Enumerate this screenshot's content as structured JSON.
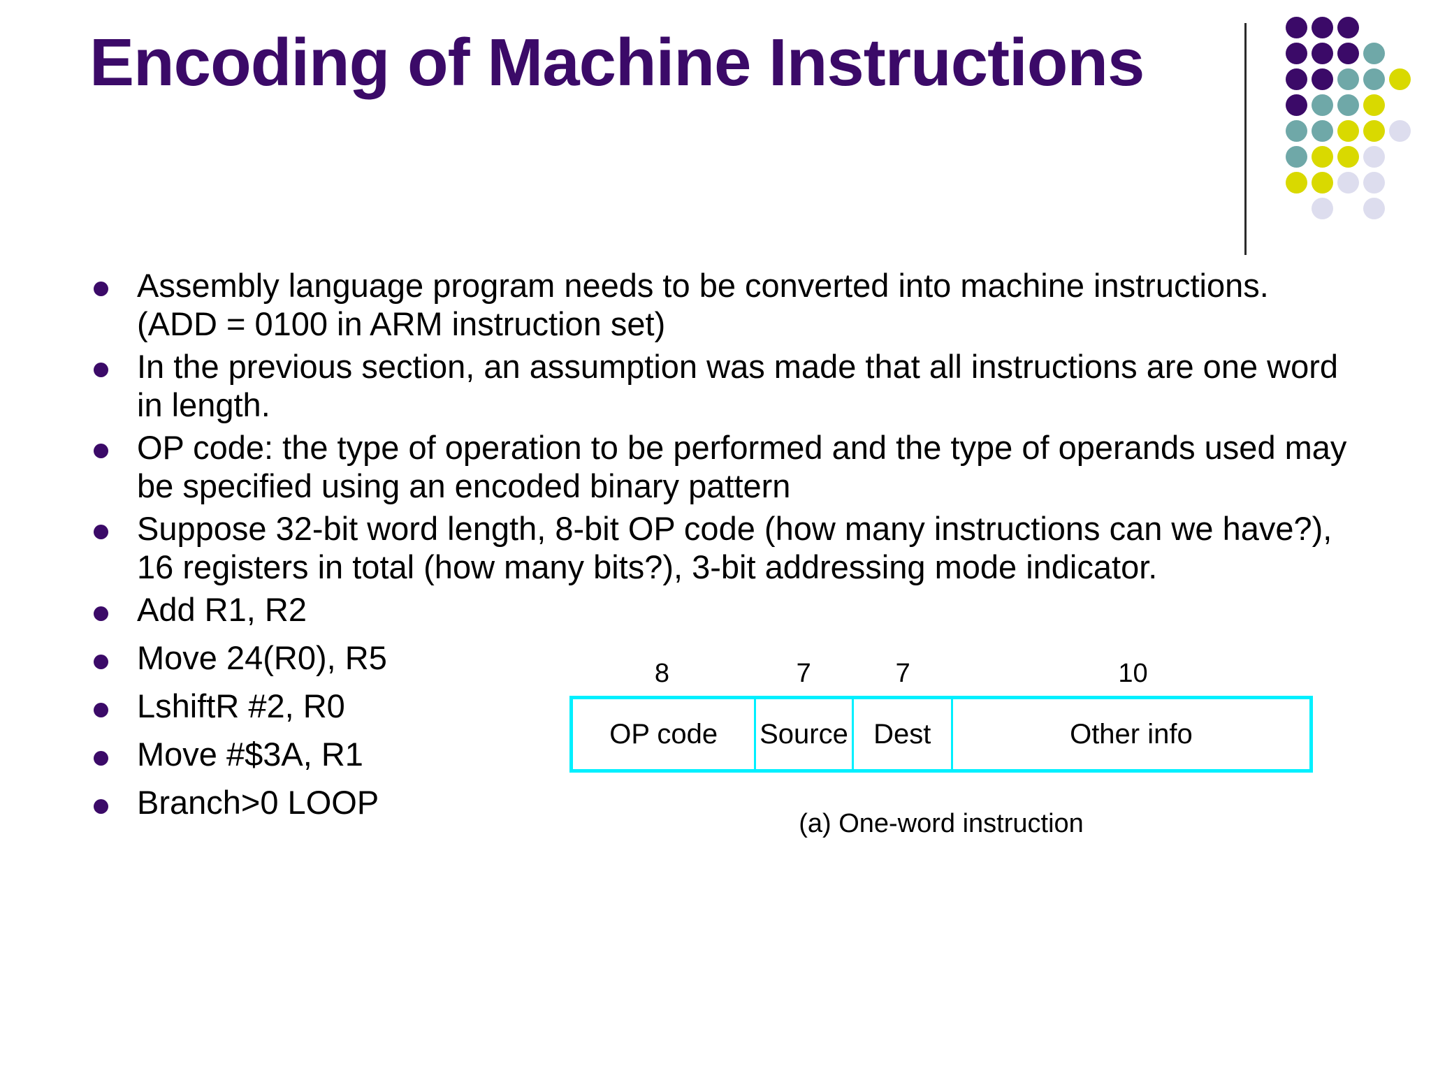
{
  "slide": {
    "title": "Encoding of Machine Instructions",
    "title_color": "#3B0A68"
  },
  "logo": {
    "name": "dot-grid-logo",
    "colors": {
      "purple": "#3B0A68",
      "teal": "#6FA8A8",
      "yellow": "#D9D900",
      "lavender": "#DDDDEE"
    },
    "grid": [
      [
        "purple",
        "purple",
        "purple",
        "none",
        "none"
      ],
      [
        "purple",
        "purple",
        "purple",
        "teal",
        "none"
      ],
      [
        "purple",
        "purple",
        "teal",
        "teal",
        "yellow"
      ],
      [
        "purple",
        "teal",
        "teal",
        "yellow",
        "none"
      ],
      [
        "teal",
        "teal",
        "yellow",
        "yellow",
        "lavender"
      ],
      [
        "teal",
        "yellow",
        "yellow",
        "lavender",
        "none"
      ],
      [
        "yellow",
        "yellow",
        "lavender",
        "lavender",
        "none"
      ],
      [
        "none",
        "lavender",
        "none",
        "lavender",
        "none"
      ]
    ]
  },
  "bullets": [
    {
      "text": "Assembly language program needs to be converted into machine instructions. (ADD = 0100 in ARM instruction set)",
      "compact": false
    },
    {
      "text": "In the previous section, an assumption was made that all instructions are one word in length.",
      "compact": false
    },
    {
      "text": "OP code: the type of operation to be performed and the type of operands used may be specified using an encoded binary pattern",
      "compact": false
    },
    {
      "text": "Suppose 32-bit word length, 8-bit OP code (how many instructions can we have?), 16 registers in total (how many bits?), 3-bit addressing mode indicator.",
      "compact": false
    },
    {
      "text": "Add  R1, R2",
      "compact": true
    },
    {
      "text": "Move  24(R0), R5",
      "compact": true
    },
    {
      "text": "LshiftR  #2, R0",
      "compact": true
    },
    {
      "text": "Move  #$3A, R1",
      "compact": true
    },
    {
      "text": "Branch>0  LOOP",
      "compact": true
    }
  ],
  "format_diagram": {
    "border_color": "#00F0FF",
    "caption": "(a) One-word instruction",
    "fields": [
      {
        "bits": "8",
        "label": "OP code"
      },
      {
        "bits": "7",
        "label": "Source"
      },
      {
        "bits": "7",
        "label": "Dest"
      },
      {
        "bits": "10",
        "label": "Other info"
      }
    ]
  }
}
